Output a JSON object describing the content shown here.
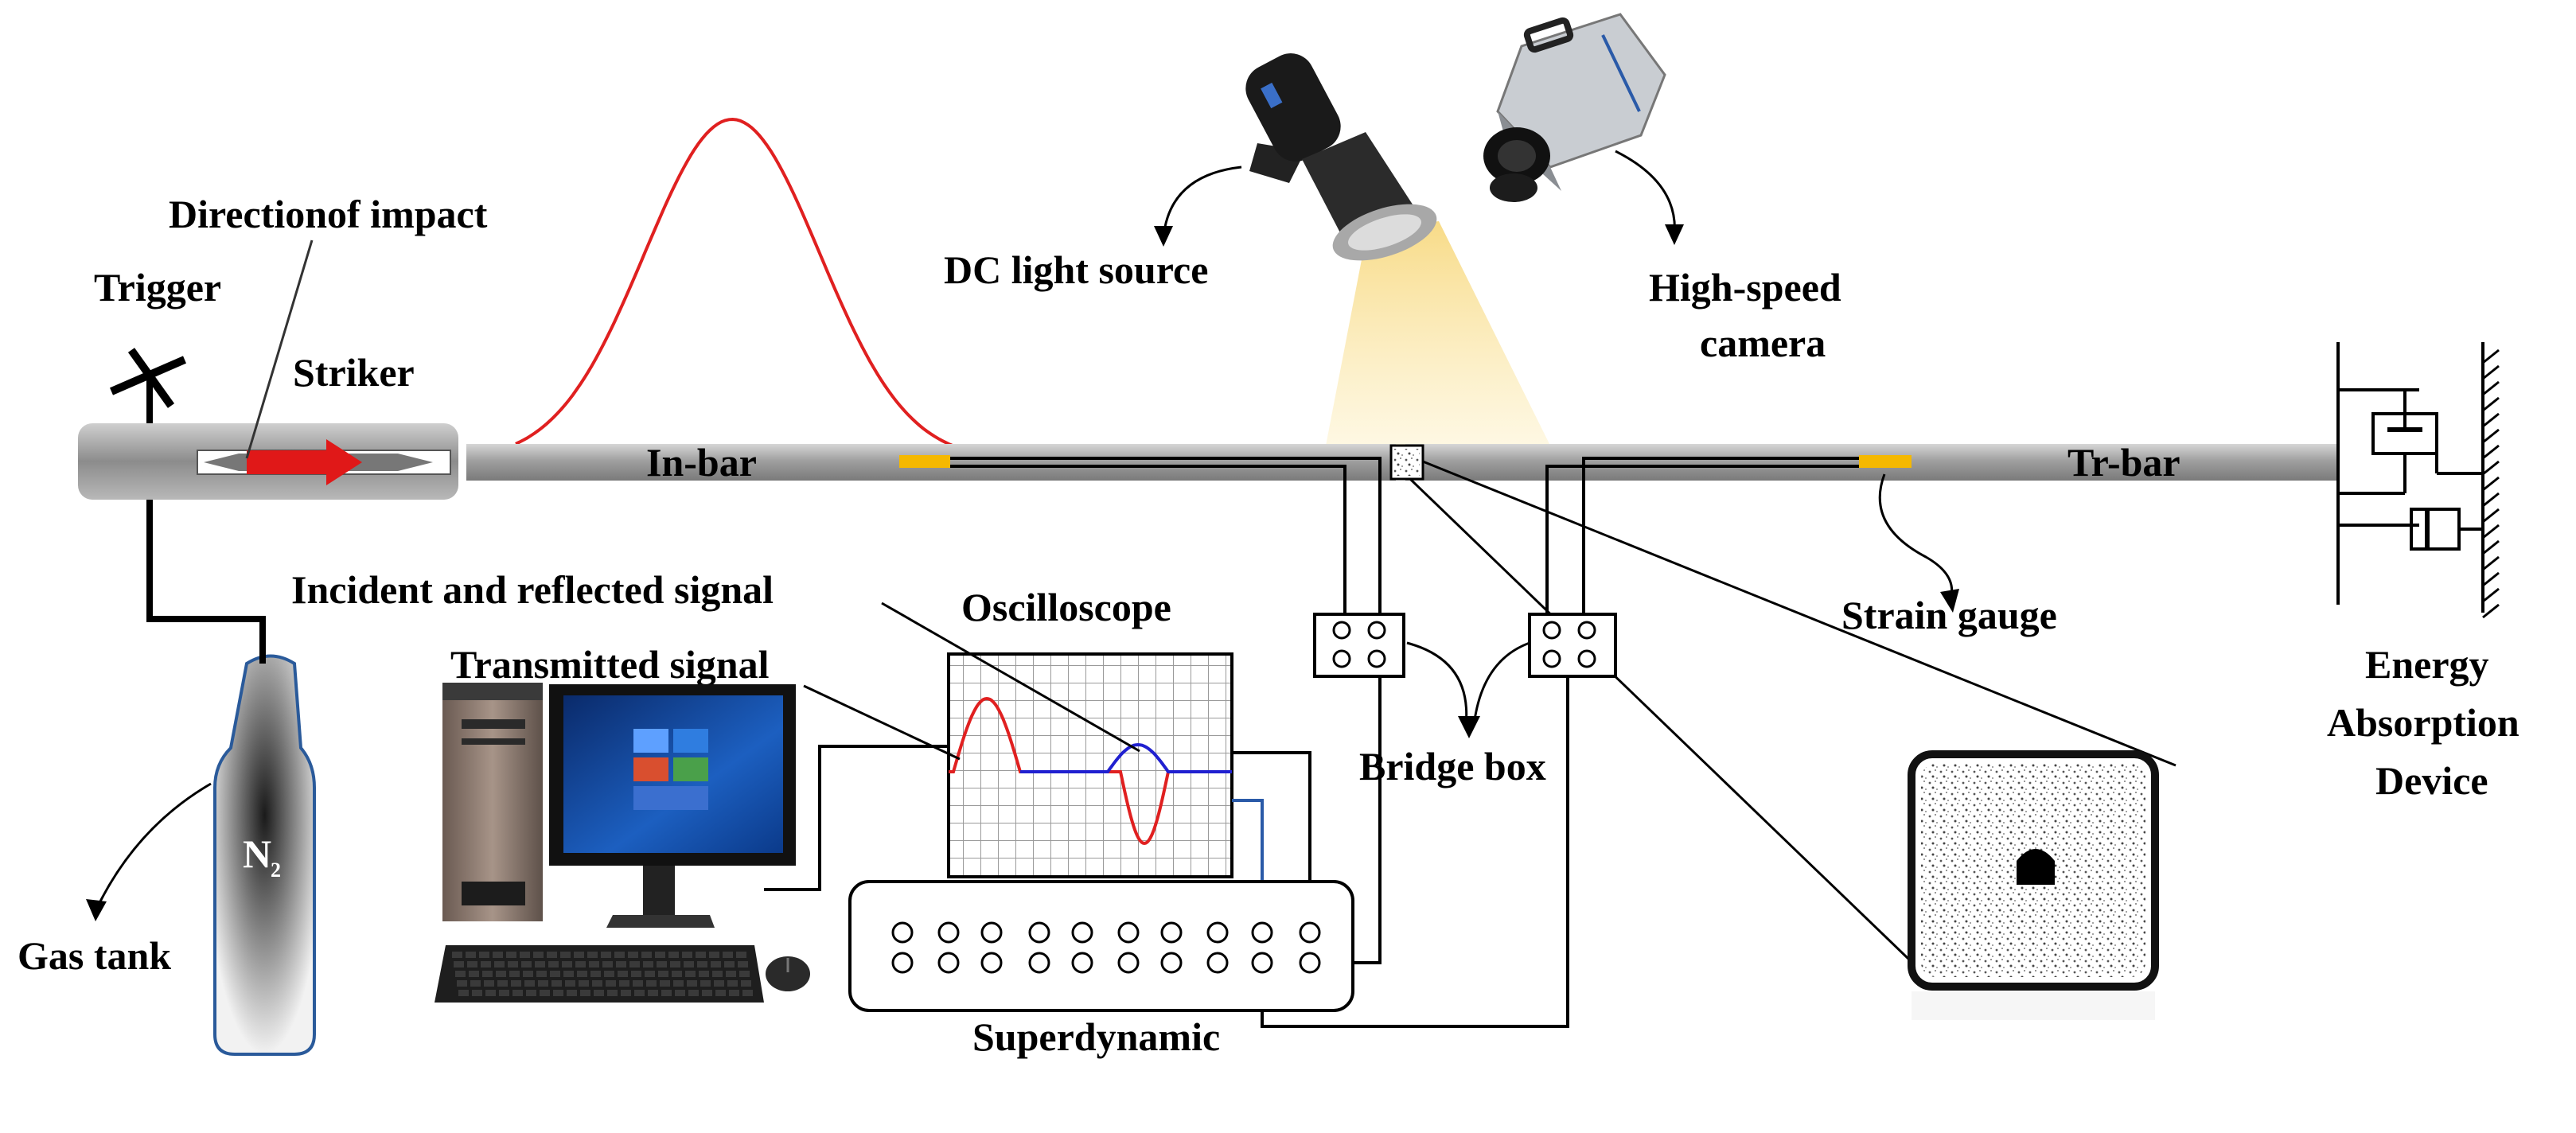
{
  "labels": {
    "direction_of_impact": "Directionof impact",
    "trigger": "Trigger",
    "striker": "Striker",
    "in_bar": "In-bar",
    "tr_bar": "Tr-bar",
    "dc_light_source": "DC light source",
    "high_speed_camera_line1": "High-speed",
    "high_speed_camera_line2": "camera",
    "incident_reflected_signal": "Incident and reflected  signal",
    "transmitted_signal": "Transmitted signal",
    "oscilloscope": "Oscilloscope",
    "strain_gauge": "Strain gauge",
    "bridge_box": "Bridge box",
    "gas_tank": "Gas tank",
    "gas_symbol": "N",
    "gas_subscript": "2",
    "superdynamic": "Superdynamic",
    "energy_absorption_line1": "Energy",
    "energy_absorption_line2": "Absorption",
    "energy_absorption_line3": "Device"
  },
  "colors": {
    "bar_gray": "#a9a9a9",
    "incident_wave": "#e02020",
    "transmitted_wave": "#2020d0",
    "strain_gauge": "#f5b800",
    "light_beam": "#fbe7a8",
    "impact_arrow": "#e01818",
    "tank_outline": "#2a5a9a"
  }
}
